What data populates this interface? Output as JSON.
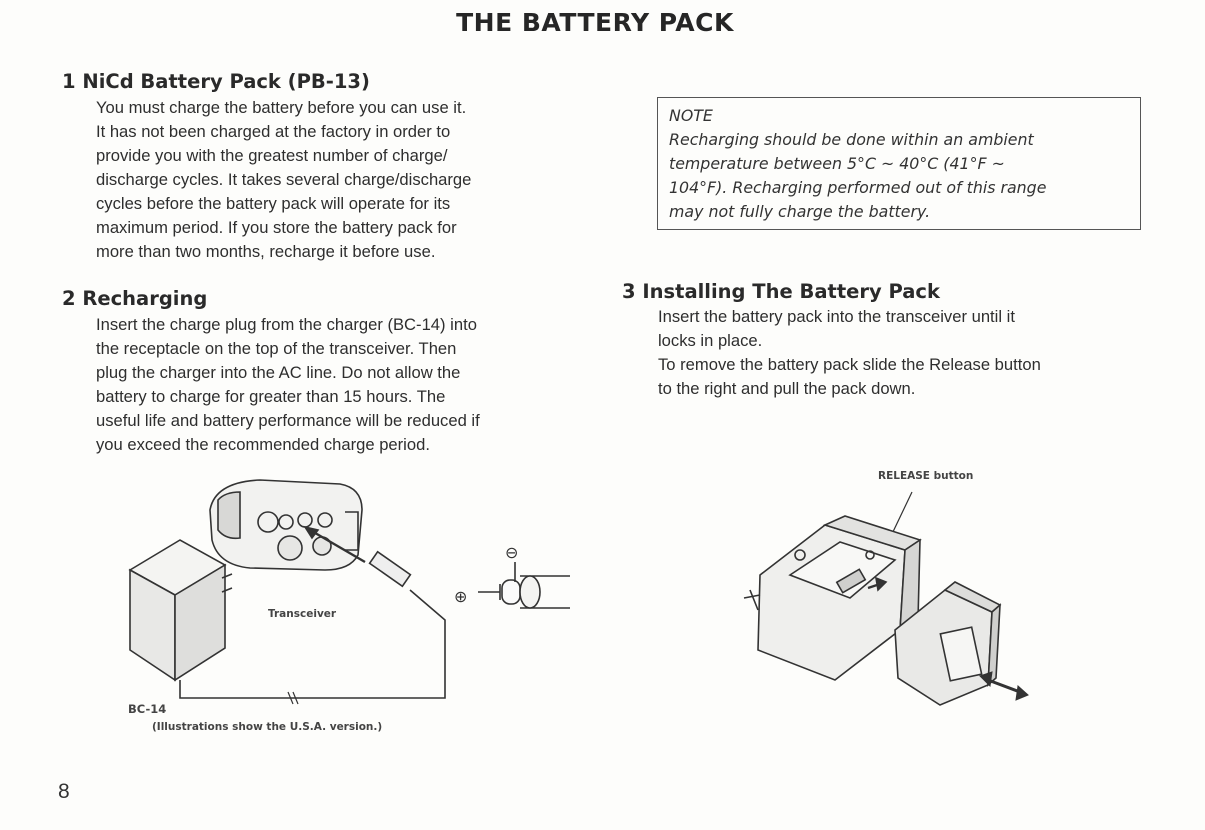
{
  "title": "THE BATTERY PACK",
  "sections": {
    "s1": {
      "number": "1",
      "heading": "NiCd Battery Pack (PB-13)",
      "lines": [
        "You must charge the battery before you can use it.",
        "It has not been charged at the factory in order to",
        "provide you with the greatest number of charge/",
        "discharge cycles.  It takes several charge/discharge",
        "cycles before the battery pack will operate for its",
        "maximum period.  If you store the battery pack for",
        "more than two months, recharge it before use."
      ]
    },
    "s2": {
      "number": "2",
      "heading": "Recharging",
      "lines": [
        "Insert the charge plug from the charger (BC-14) into",
        "the receptacle on the top of the transceiver.  Then",
        "plug the charger into the AC line.  Do not allow the",
        "battery to charge for greater than 15 hours.  The",
        "useful life and battery performance will be reduced if",
        "you exceed the recommended charge period."
      ]
    },
    "s3": {
      "number": "3",
      "heading": "Installing The Battery Pack",
      "lines": [
        "Insert the battery pack into the transceiver until it",
        "locks in place.",
        "To remove the battery pack slide the Release button",
        "to the right and pull the pack down."
      ]
    }
  },
  "note": {
    "label": "NOTE",
    "lines": [
      "Recharging should be done within an ambient",
      "temperature between 5°C ~ 40°C (41°F ~",
      "104°F).  Recharging performed out of this range",
      "may not fully charge the battery."
    ]
  },
  "illustration_left": {
    "transceiver_label": "Transceiver",
    "charger_label": "BC-14",
    "caption": "(Illustrations show the U.S.A. version.)",
    "polarity_plus": "⊕",
    "polarity_minus": "⊖"
  },
  "illustration_right": {
    "release_label": "RELEASE button"
  },
  "page_number": "8"
}
